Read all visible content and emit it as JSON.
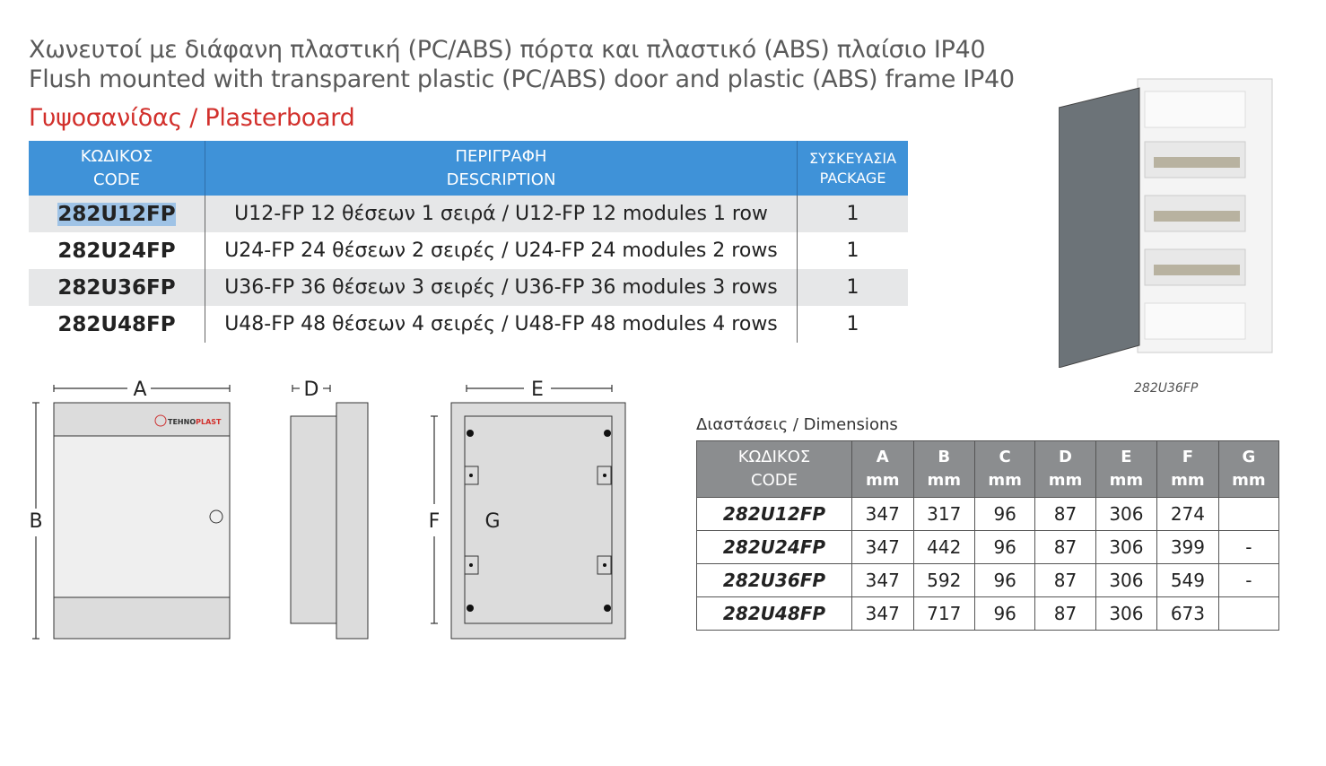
{
  "header": {
    "title_gr": "Χωνευτοί με διάφανη πλαστική (PC/ABS) πόρτα και πλαστικό (ABS) πλαίσιο IP40",
    "title_en": "Flush mounted with transparent plastic (PC/ABS) door and plastic (ABS) frame IP40",
    "subtitle": "Γυψοσανίδας / Plasterboard"
  },
  "products": {
    "headers": [
      [
        "ΚΩΔΙΚΟΣ",
        "CODE"
      ],
      [
        "ΠΕΡΙΓΡΑΦΗ",
        "DESCRIPTION"
      ],
      [
        "ΣΥΣΚΕΥΑΣΙΑ",
        "PACKAGE"
      ]
    ],
    "rows": [
      {
        "code": "282U12FP",
        "desc": "U12-FP 12 θέσεων 1 σειρά / U12-FP 12 modules 1 row",
        "package": "1"
      },
      {
        "code": "282U24FP",
        "desc": "U24-FP 24 θέσεων 2 σειρές / U24-FP 24 modules 2 rows",
        "package": "1"
      },
      {
        "code": "282U36FP",
        "desc": "U36-FP 36 θέσεων 3 σειρές / U36-FP 36 modules 3 rows",
        "package": "1"
      },
      {
        "code": "282U48FP",
        "desc": "U48-FP 48 θέσεων 4 σειρές / U48-FP 48 modules 4 rows",
        "package": "1"
      }
    ]
  },
  "photo_caption": "282U36FP",
  "drawing": {
    "labels": {
      "A": "A",
      "B": "B",
      "D": "D",
      "E": "E",
      "F": "F",
      "G": "G"
    },
    "logo": "TEHNOPLAST"
  },
  "dimensions": {
    "title": "Διαστάσεις / Dimensions",
    "code_header": [
      "ΚΩΔΙΚΟΣ",
      "CODE"
    ],
    "columns": [
      {
        "l": "A",
        "u": "mm"
      },
      {
        "l": "B",
        "u": "mm"
      },
      {
        "l": "C",
        "u": "mm"
      },
      {
        "l": "D",
        "u": "mm"
      },
      {
        "l": "E",
        "u": "mm"
      },
      {
        "l": "F",
        "u": "mm"
      },
      {
        "l": "G",
        "u": "mm"
      }
    ],
    "rows": [
      {
        "code": "282U12FP",
        "v": [
          "347",
          "317",
          "96",
          "87",
          "306",
          "274",
          ""
        ]
      },
      {
        "code": "282U24FP",
        "v": [
          "347",
          "442",
          "96",
          "87",
          "306",
          "399",
          "-"
        ]
      },
      {
        "code": "282U36FP",
        "v": [
          "347",
          "592",
          "96",
          "87",
          "306",
          "549",
          "-"
        ]
      },
      {
        "code": "282U48FP",
        "v": [
          "347",
          "717",
          "96",
          "87",
          "306",
          "673",
          ""
        ]
      }
    ]
  }
}
